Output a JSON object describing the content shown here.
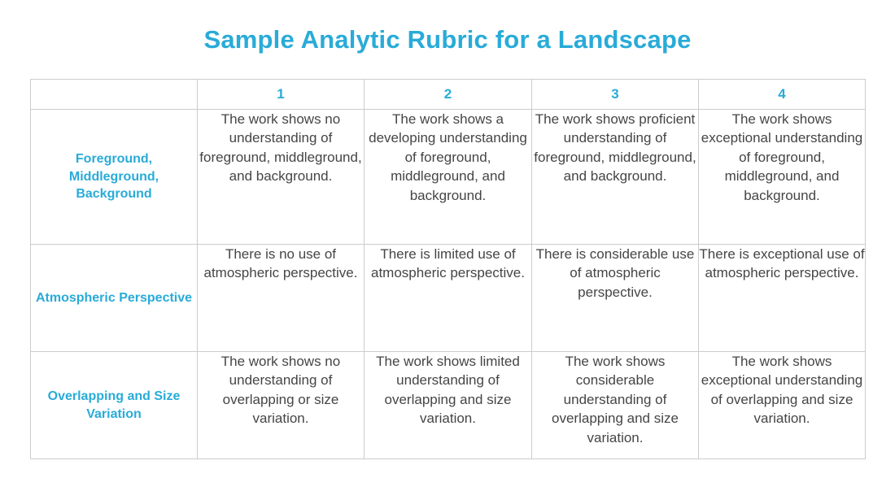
{
  "title": "Sample Analytic Rubric for a Landscape",
  "colors": {
    "accent": "#29abd8",
    "body_text": "#454545",
    "border": "#cccccc",
    "background": "#ffffff"
  },
  "table": {
    "corner_header": "",
    "score_headers": [
      "1",
      "2",
      "3",
      "4"
    ],
    "rows": [
      {
        "criterion": "Foreground, Middleground, Background",
        "cells": [
          "The work shows no understanding of foreground, middleground, and background.",
          "The work shows a developing understanding of foreground, middleground, and background.",
          "The work shows proficient understanding of foreground, middleground, and background.",
          "The work shows exceptional understanding of foreground, middleground, and background."
        ]
      },
      {
        "criterion": "Atmospheric Perspective",
        "cells": [
          "There is no use of atmospheric perspective.",
          "There is limited use of atmospheric perspective.",
          "There is considerable use of atmospheric perspective.",
          "There is exceptional use of atmospheric perspective."
        ]
      },
      {
        "criterion": "Overlapping and Size Variation",
        "cells": [
          "The work shows no understanding of overlapping or size variation.",
          "The work shows limited understanding of overlapping and size variation.",
          "The work shows considerable understanding of overlapping and size variation.",
          "The work shows exceptional understanding of overlapping and size variation."
        ]
      }
    ]
  }
}
